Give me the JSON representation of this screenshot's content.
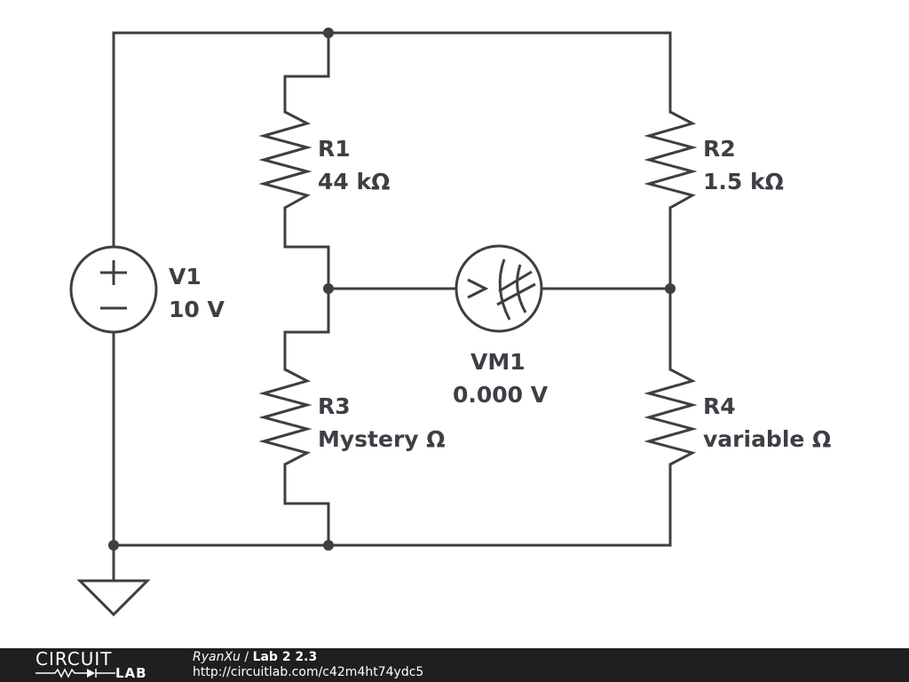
{
  "components": {
    "r1": {
      "name": "R1",
      "value": "44 kΩ"
    },
    "r2": {
      "name": "R2",
      "value": "1.5 kΩ"
    },
    "r3": {
      "name": "R3",
      "value": "Mystery Ω"
    },
    "r4": {
      "name": "R4",
      "value": "variable Ω"
    },
    "v1": {
      "name": "V1",
      "value": "10 V"
    },
    "vm1": {
      "name": "VM1",
      "value": "0.000 V"
    }
  },
  "footer": {
    "logo_top": "CIRCUIT",
    "logo_bottom": "LAB",
    "author": "RyanXu",
    "separator": " / ",
    "title": "Lab 2 2.3",
    "url": "http://circuitlab.com/c42m4ht74ydc5"
  }
}
